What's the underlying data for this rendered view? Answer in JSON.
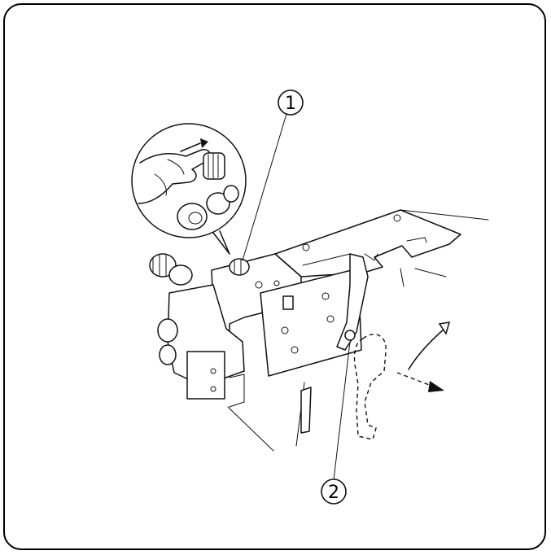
{
  "diagram": {
    "callouts": [
      {
        "number": "1",
        "target": "knob-on-top-of-machine"
      },
      {
        "number": "2",
        "target": "release-lever"
      }
    ],
    "colors": {
      "ink": "#111111",
      "background": "#ffffff",
      "frame": "#000000"
    }
  }
}
